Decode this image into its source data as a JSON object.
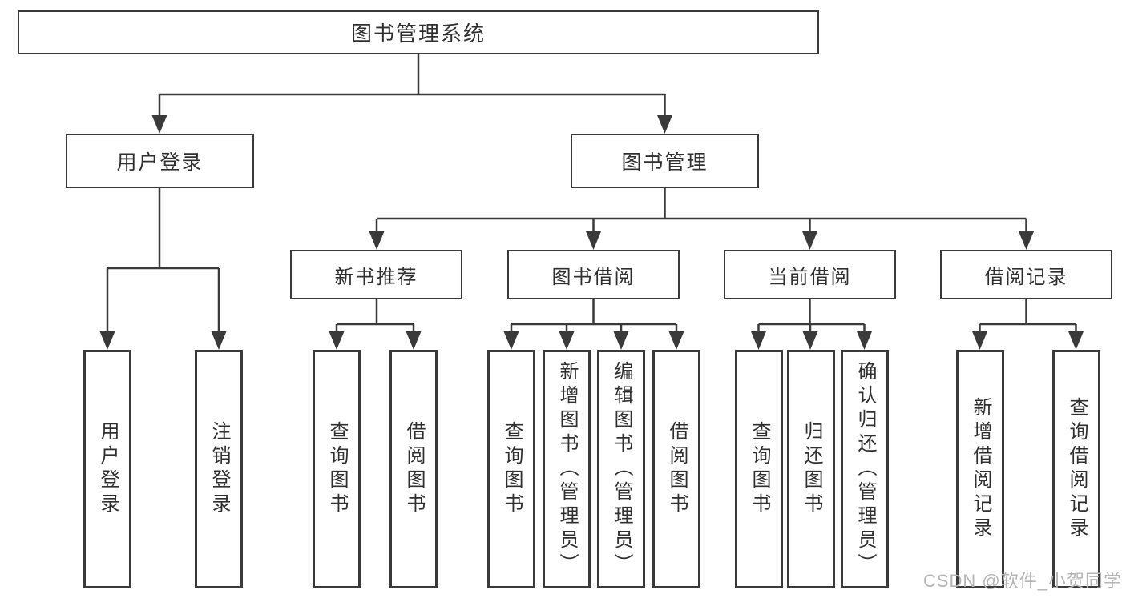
{
  "tree": {
    "root": "图书管理系统",
    "branches": [
      {
        "label": "用户登录",
        "leaves": [
          "用户登录",
          "注销登录"
        ]
      },
      {
        "label": "图书管理",
        "sections": [
          {
            "label": "新书推荐",
            "leaves": [
              "查询图书",
              "借阅图书"
            ]
          },
          {
            "label": "图书借阅",
            "leaves": [
              "查询图书",
              "新增图书（管理员）",
              "编辑图书（管理员）",
              "借阅图书"
            ]
          },
          {
            "label": "当前借阅",
            "leaves": [
              "查询图书",
              "归还图书",
              "确认归还（管理员）"
            ]
          },
          {
            "label": "借阅记录",
            "leaves": [
              "新增借阅记录",
              "查询借阅记录"
            ]
          }
        ]
      }
    ]
  },
  "watermark": "CSDN @软件_小贺同学",
  "colors": {
    "line": "#3a3a3a",
    "box_border": "#3a3a3a",
    "text": "#2f2f2f",
    "watermark": "#b5b5b5",
    "background": "#ffffff"
  }
}
